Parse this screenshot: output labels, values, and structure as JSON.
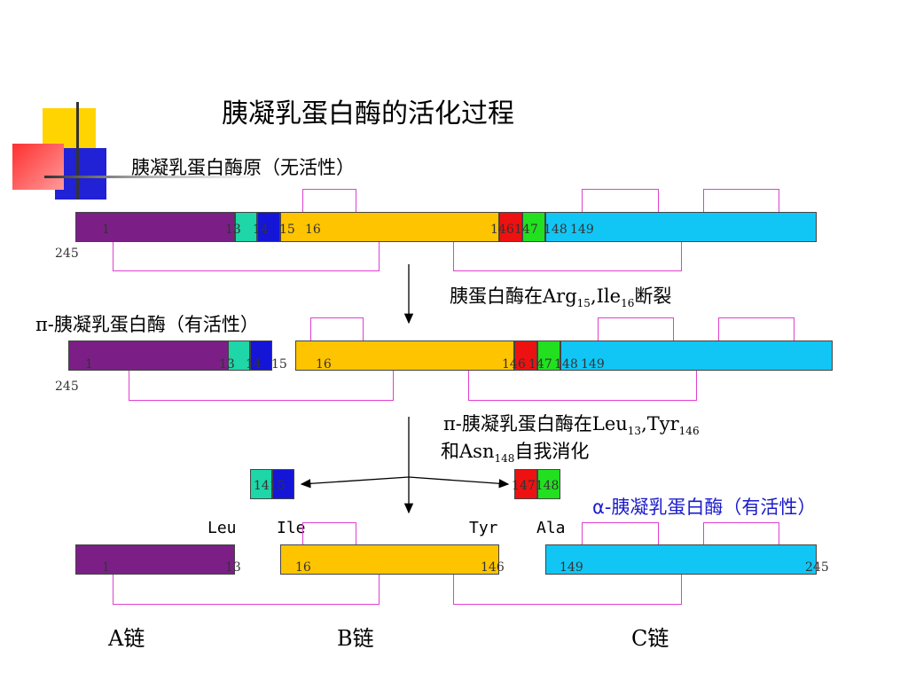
{
  "title": "胰凝乳蛋白酶的活化过程",
  "stage1": {
    "label": "胰凝乳蛋白酶原（无活性）",
    "numbers": [
      "1",
      "13",
      "14",
      "15",
      "16",
      "146",
      "147",
      "148",
      "149",
      "245"
    ]
  },
  "step1": {
    "prefix": "胰蛋白酶在Arg",
    "sub1": "15",
    "mid": ",Ile",
    "sub2": "16",
    "suffix": "断裂"
  },
  "stage2": {
    "label": "π-胰凝乳蛋白酶（有活性）",
    "numbers": [
      "1",
      "13",
      "14",
      "15",
      "16",
      "146",
      "147",
      "148",
      "149",
      "245"
    ]
  },
  "step2": {
    "prefix": "π-胰凝乳蛋白酶在Leu",
    "sub1": "13",
    "mid": ",Tyr",
    "sub2": "146",
    "line2_prefix": "和Asn",
    "sub3": "148",
    "line2_suffix": "自我消化"
  },
  "fragments": {
    "left_numbers": "1415",
    "right_numbers": "147148"
  },
  "stage3": {
    "label": "α-胰凝乳蛋白酶（有活性）",
    "residues": [
      "Leu",
      "Ile",
      "Tyr",
      "Ala"
    ],
    "numbers": [
      "1",
      "13",
      "16",
      "146",
      "149",
      "245"
    ]
  },
  "chains": [
    "A链",
    "B链",
    "C链"
  ],
  "colors": {
    "purple": "#7b1f87",
    "teal": "#1ed6a8",
    "blue": "#1515d8",
    "yellow": "#ffc400",
    "red": "#ee1111",
    "green": "#22e020",
    "cyan": "#11c6f5",
    "bracket": "#e040d0",
    "alpha_label": "#1a1acc"
  }
}
